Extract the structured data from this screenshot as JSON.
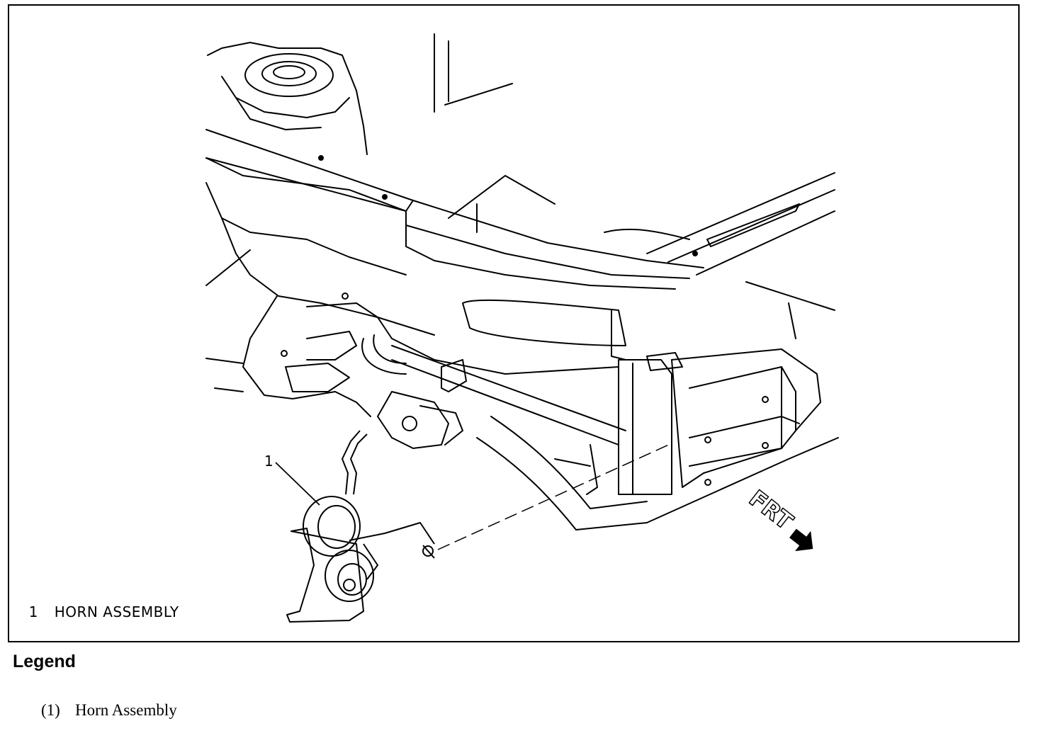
{
  "figure": {
    "callouts": [
      {
        "number": "1"
      }
    ],
    "caption": {
      "number": "1",
      "text": "HORN ASSEMBLY"
    },
    "direction_label": "FRT"
  },
  "legend": {
    "title": "Legend",
    "items": [
      {
        "key": "(1)",
        "label": "Horn Assembly"
      }
    ]
  },
  "colors": {
    "line": "#000000",
    "background": "#ffffff"
  }
}
